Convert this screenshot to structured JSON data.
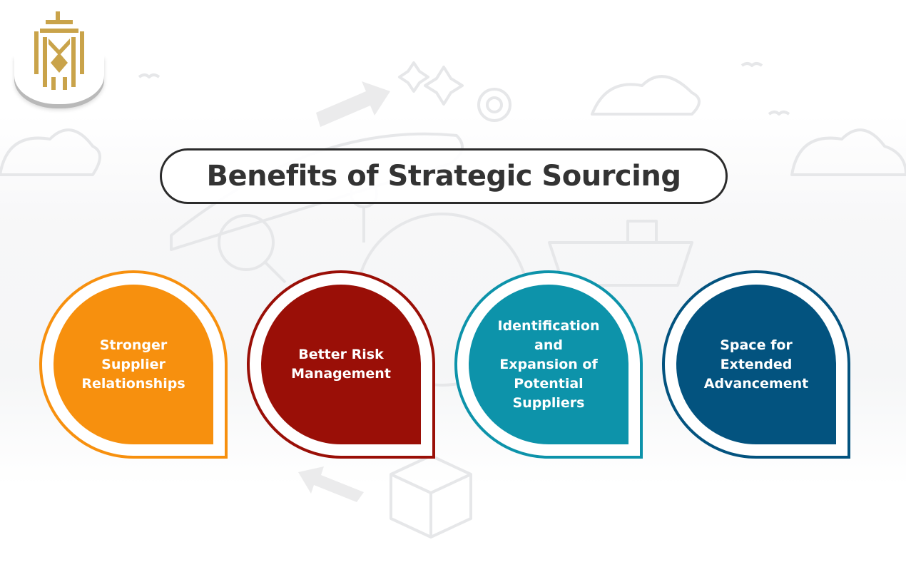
{
  "title": "Benefits of Strategic Sourcing",
  "logo": {
    "name": "crown-shield-logo",
    "color": "#c9a34a"
  },
  "background_icons": [
    "cloud",
    "arrow",
    "sparkle",
    "gear",
    "airplane",
    "magnifier",
    "map-pin",
    "globe",
    "cargo-ship",
    "open-box",
    "bird"
  ],
  "cards": [
    {
      "label": "Stronger\nSupplier\nRelationships",
      "color": "#f7900e"
    },
    {
      "label": "Better Risk\nManagement",
      "color": "#9a0f07"
    },
    {
      "label": "Identification\nand\nExpansion of\nPotential\nSuppliers",
      "color": "#0d93aa"
    },
    {
      "label": "Space for\nExtended\nAdvancement",
      "color": "#03537f"
    }
  ]
}
